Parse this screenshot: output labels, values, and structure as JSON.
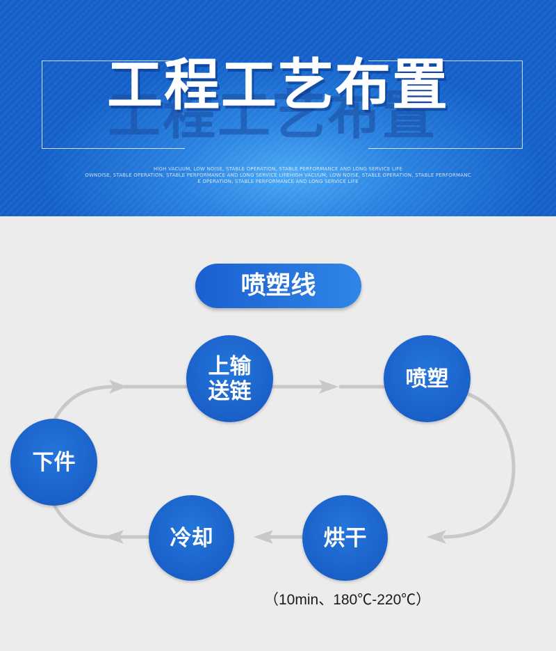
{
  "banner": {
    "title": "工程工艺布置",
    "fine_print": [
      "HIGH VACUUM, LOW NOISE, STABLE OPERATION, STABLE PERFORMANCE AND LONG SERVICE LIFE",
      "OWNOISE, STABLE OPERATION, STABLE PERFORMANCE AND LONG SERVICE LIFEHIGH VACUUM, LOW NOISE, STABLE OPERATION, STABLE PERFORMANC",
      "E OPERATION, STABLE PERFORMANCE AND LONG SERVICE LIFE"
    ]
  },
  "section": {
    "title": "喷塑线"
  },
  "flow": {
    "nodes": [
      {
        "id": "conveyor",
        "label_line1": "上输",
        "label_line2": "送链"
      },
      {
        "id": "spray",
        "label": "喷塑"
      },
      {
        "id": "dry",
        "label": "烘干"
      },
      {
        "id": "cool",
        "label": "冷却"
      },
      {
        "id": "unload",
        "label": "下件"
      }
    ],
    "edges": [
      [
        "unload",
        "conveyor"
      ],
      [
        "conveyor",
        "spray"
      ],
      [
        "spray",
        "dry"
      ],
      [
        "dry",
        "cool"
      ],
      [
        "cool",
        "unload"
      ]
    ],
    "dry_note": "（10min、180℃-220℃）"
  },
  "colors": {
    "banner_blue": "#1460c8",
    "node_blue": "#1657c0",
    "arrow_gray": "#c8c8c8",
    "background": "#ececec"
  }
}
